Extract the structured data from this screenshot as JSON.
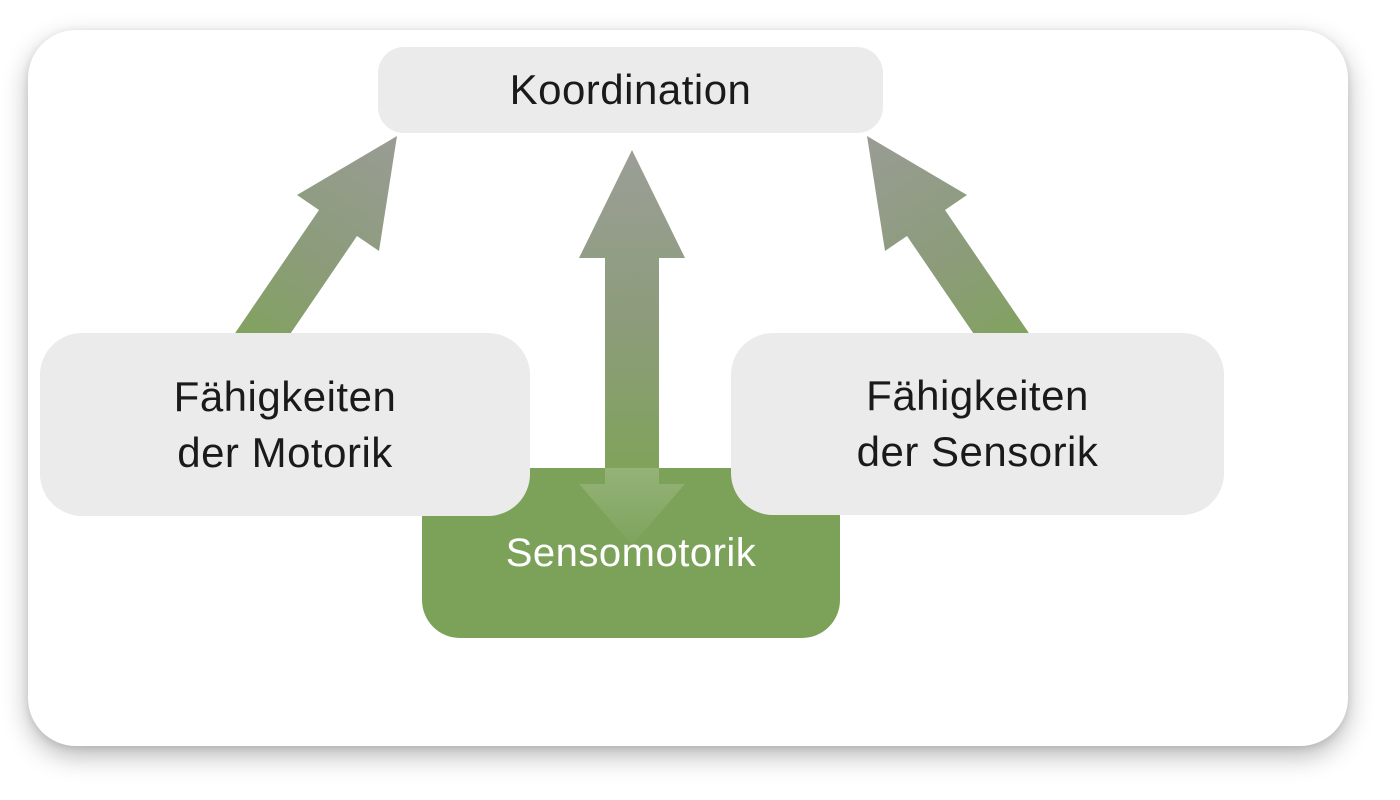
{
  "diagram": {
    "type": "concept-diagram",
    "language": "de",
    "nodes": {
      "koordination": {
        "label": "Koordination"
      },
      "faehigkeiten_motorik": {
        "line1": "Fähigkeiten",
        "line2": "der Motorik"
      },
      "faehigkeiten_sensorik": {
        "line1": "Fähigkeiten",
        "line2": "der Sensorik"
      },
      "sensomotorik": {
        "label": "Sensomotorik"
      }
    },
    "edges": [
      {
        "from": "Fähigkeiten der Motorik",
        "to": "Koordination",
        "style": "block-arrow, diagonal up-right, green-to-gray gradient"
      },
      {
        "from": "Sensomotorik",
        "to": "Koordination",
        "style": "block-arrow, vertical up, green-to-gray gradient, faint down-head inside green node"
      },
      {
        "from": "Fähigkeiten der Sensorik",
        "to": "Koordination",
        "style": "block-arrow, diagonal up-left, green-to-gray gradient"
      }
    ],
    "colors": {
      "card_background": "#FFFFFF",
      "node_gray": "#EBEBEB",
      "node_green": "#7CA25A",
      "arrow_green": "#80A35B",
      "arrow_mid": "#8C9C7A",
      "arrow_gray": "#9B9E97",
      "text_dark": "#1A1A1A",
      "text_light": "#FFFFFF"
    }
  }
}
